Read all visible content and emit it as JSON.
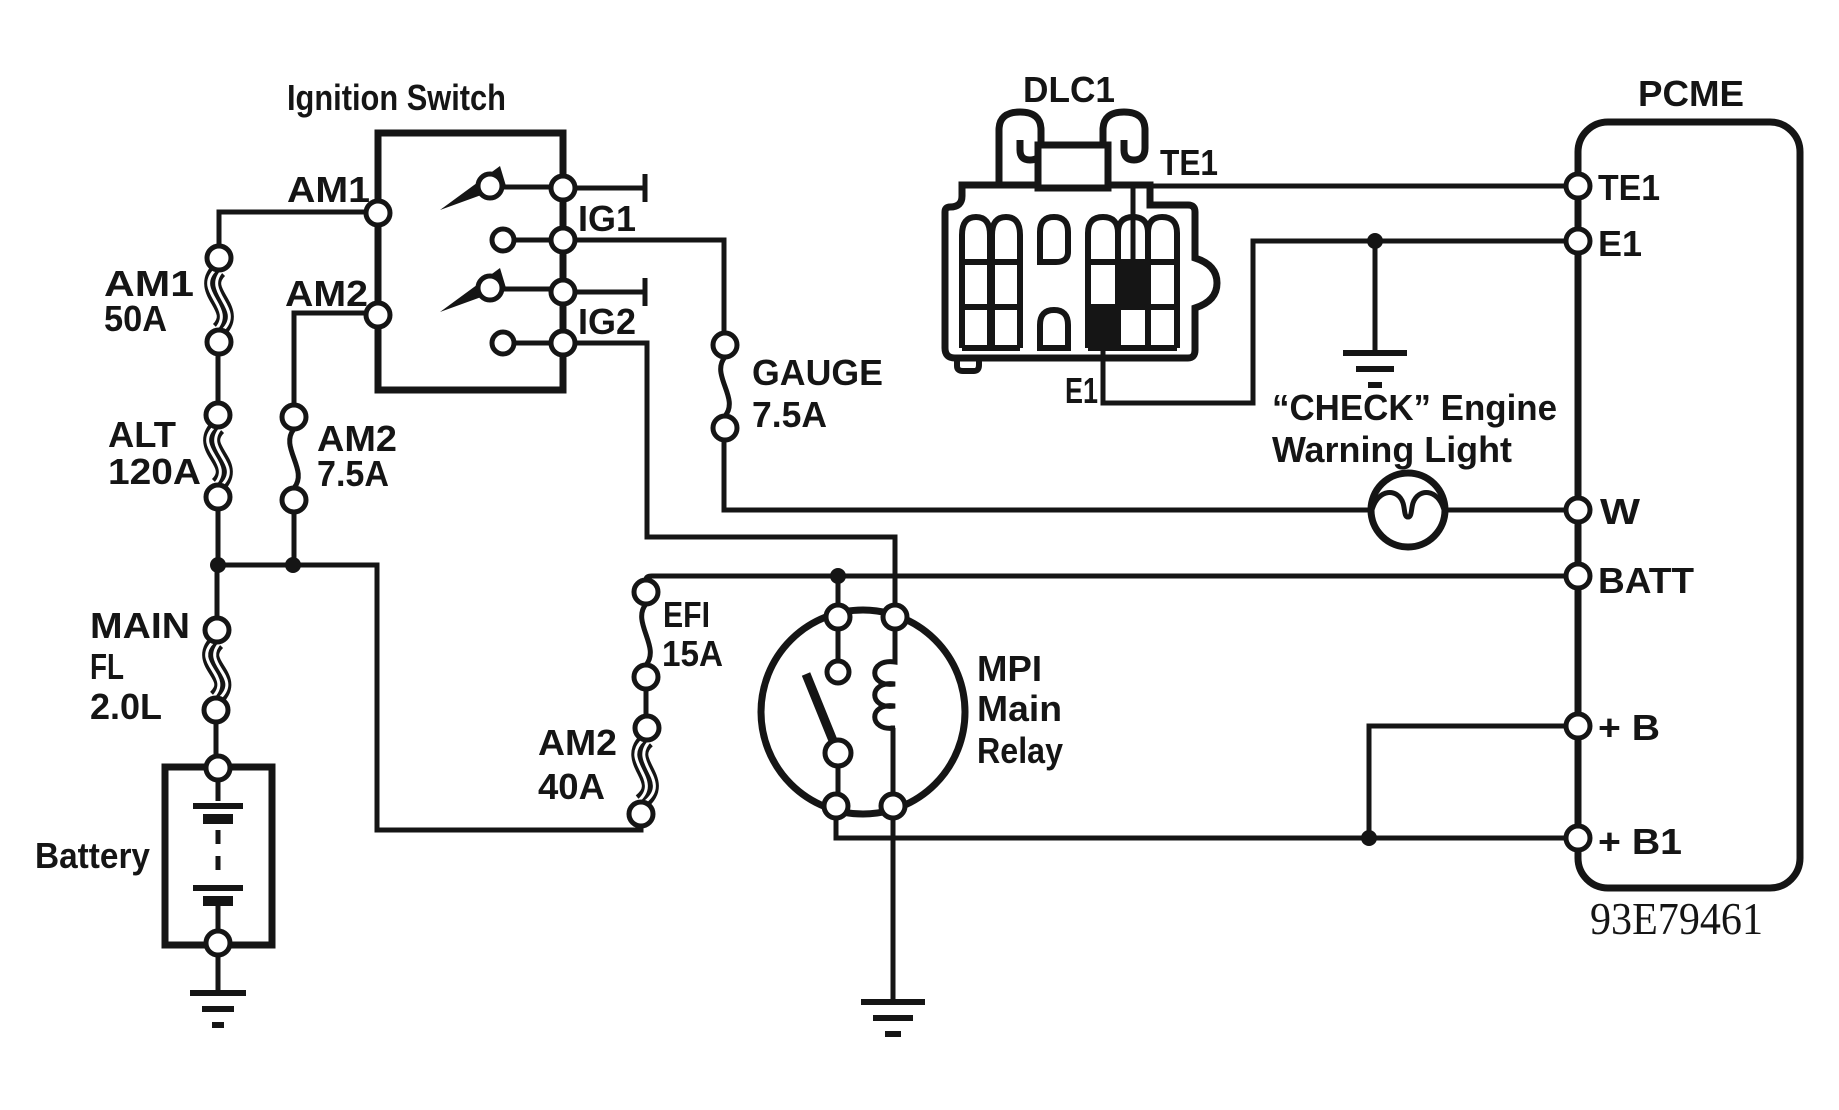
{
  "diagram": {
    "ref_code": "93E79461",
    "ignition_switch": {
      "title": "Ignition Switch",
      "am1": "AM1",
      "am2": "AM2",
      "ig1": "IG1",
      "ig2": "IG2"
    },
    "fuses": {
      "am1": {
        "name": "AM1",
        "rating": "50A"
      },
      "alt": {
        "name": "ALT",
        "rating": "120A"
      },
      "main_fl": {
        "line1": "MAIN",
        "line2": "FL",
        "line3": "2.0L"
      },
      "am2_small": {
        "name": "AM2",
        "rating": "7.5A"
      },
      "gauge": {
        "name": "GAUGE",
        "rating": "7.5A"
      },
      "efi": {
        "name": "EFI",
        "rating": "15A"
      },
      "am2_large": {
        "name": "AM2",
        "rating": "40A"
      }
    },
    "battery": {
      "label": "Battery"
    },
    "dlc1": {
      "title": "DLC1",
      "te1": "TE1",
      "e1": "E1"
    },
    "warning_light": {
      "line1": "“CHECK” Engine",
      "line2": "Warning Light"
    },
    "relay": {
      "line1": "MPI",
      "line2": "Main",
      "line3": "Relay"
    },
    "pcme": {
      "title": "PCME",
      "terminals": [
        "TE1",
        "E1",
        "W",
        "BATT",
        "+ B",
        "+ B1"
      ]
    }
  }
}
